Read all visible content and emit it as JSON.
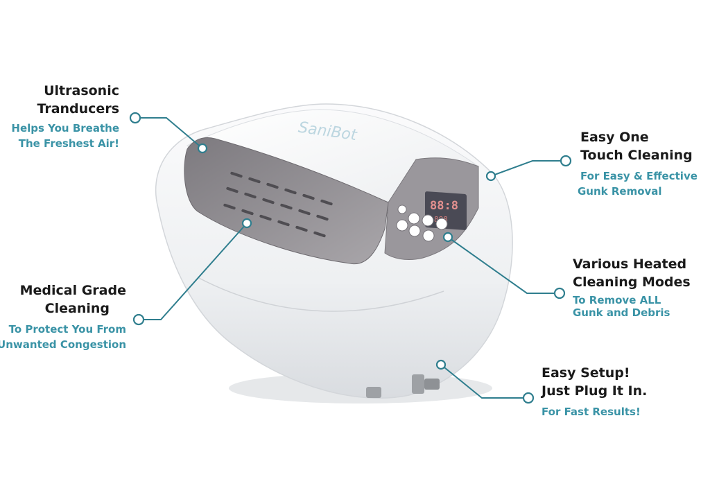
{
  "brand": {
    "logo": "SaniBot"
  },
  "display": {
    "digits": "88:8",
    "sub_digits": "888"
  },
  "colors": {
    "accent": "#3a93a6",
    "title": "#1a1a1a",
    "device_body": "#f1f2f4",
    "device_window": "#8d8a8e"
  },
  "callouts": {
    "transducers": {
      "title_line1": "Ultrasonic",
      "title_line2": "Tranducers",
      "sub_line1": "Helps You Breathe",
      "sub_line2": "The Freshest Air!"
    },
    "medical": {
      "title_line1": "Medical Grade",
      "title_line2": "Cleaning",
      "sub_line1": "To Protect You From",
      "sub_line2": "Unwanted Congestion"
    },
    "one_touch": {
      "title_line1": "Easy One",
      "title_line2": "Touch Cleaning",
      "sub_line1": "For Easy & Effective",
      "sub_line2": "Gunk Removal"
    },
    "heated": {
      "title_line1": "Various Heated",
      "title_line2": "Cleaning Modes",
      "sub_line1": "To Remove ALL",
      "sub_line2": "Gunk and Debris"
    },
    "setup": {
      "title_line1": "Easy Setup!",
      "title_line2": "Just Plug It In.",
      "sub_line1": "For Fast Results!"
    }
  }
}
